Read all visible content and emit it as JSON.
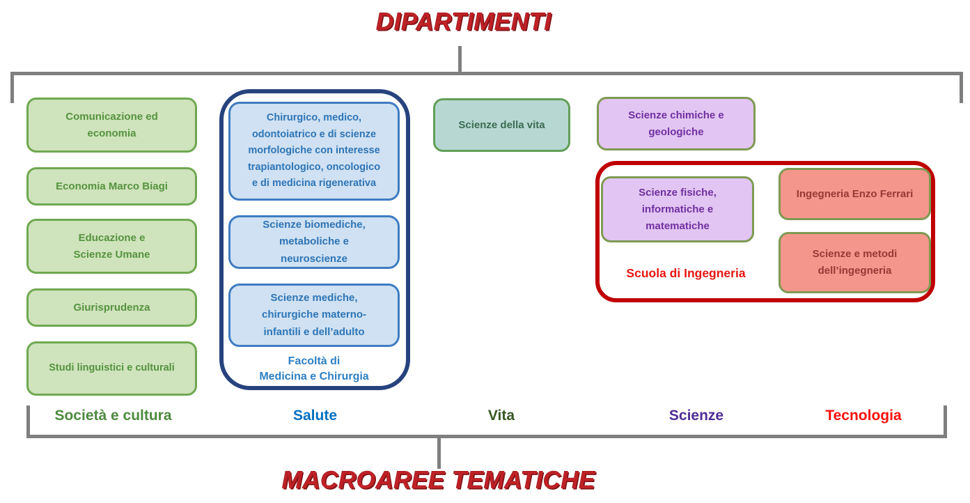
{
  "titles": {
    "top": "DIPARTIMENTI",
    "bottom": "MACROAREE TEMATICHE"
  },
  "macroareas": [
    {
      "label": "Società e cultura",
      "color": "#4d8a3e"
    },
    {
      "label": "Salute",
      "color": "#0070c0"
    },
    {
      "label": "Vita",
      "color": "#375623"
    },
    {
      "label": "Scienze",
      "color": "#4f2d96"
    },
    {
      "label": "Tecnologia",
      "color": "#fb0f0c"
    }
  ],
  "departments": {
    "societa_cultura": [
      "Comunicazione ed\neconomia",
      "Economia Marco Biagi",
      "Educazione e\nScienze Umane",
      "Giurisprudenza",
      "Studi linguistici e culturali"
    ],
    "salute": [
      "Chirurgico, medico,\nodontoiatrico e di scienze\nmorfologiche con interesse\ntrapiantologico, oncologico\ne di medicina rigenerativa",
      "Scienze biomediche,\nmetaboliche e\nneuroscienze",
      "Scienze mediche,\nchirurgiche materno-\ninfantili e dell’adulto"
    ],
    "vita": [
      "Scienze della vita"
    ],
    "scienze": [
      "Scienze chimiche e\ngeologiche",
      "Scienze fisiche,\ninformatiche e\nmatematiche"
    ],
    "tecnologia": [
      "Ingegneria Enzo Ferrari",
      "Scienze e metodi\ndell’ingegneria"
    ]
  },
  "groups": {
    "medicina": "Facoltà di\nMedicina e Chirurgia",
    "ingegneria": "Scuola di  Ingegneria"
  },
  "colors": {
    "title_red": "#bf2126",
    "line_gray": "#7f7f7f",
    "green_fill": "#cfe3bc",
    "green_border": "#6fa850",
    "green_text": "#55933f",
    "blue_fill": "#cfe1f2",
    "blue_border": "#3f7cc1",
    "blue_text": "#2e75b6",
    "navy_container_border": "#27437e",
    "teal_fill": "#b7d8d2",
    "teal_text": "#3a6b51",
    "purple_fill": "#e2c5f2",
    "purple_text": "#7030a0",
    "olive_border": "#7e9a52",
    "salmon_fill": "#f4968c",
    "salmon_text": "#9a3835",
    "red_container_border": "#c00000",
    "school_label_red": "#e81612"
  }
}
